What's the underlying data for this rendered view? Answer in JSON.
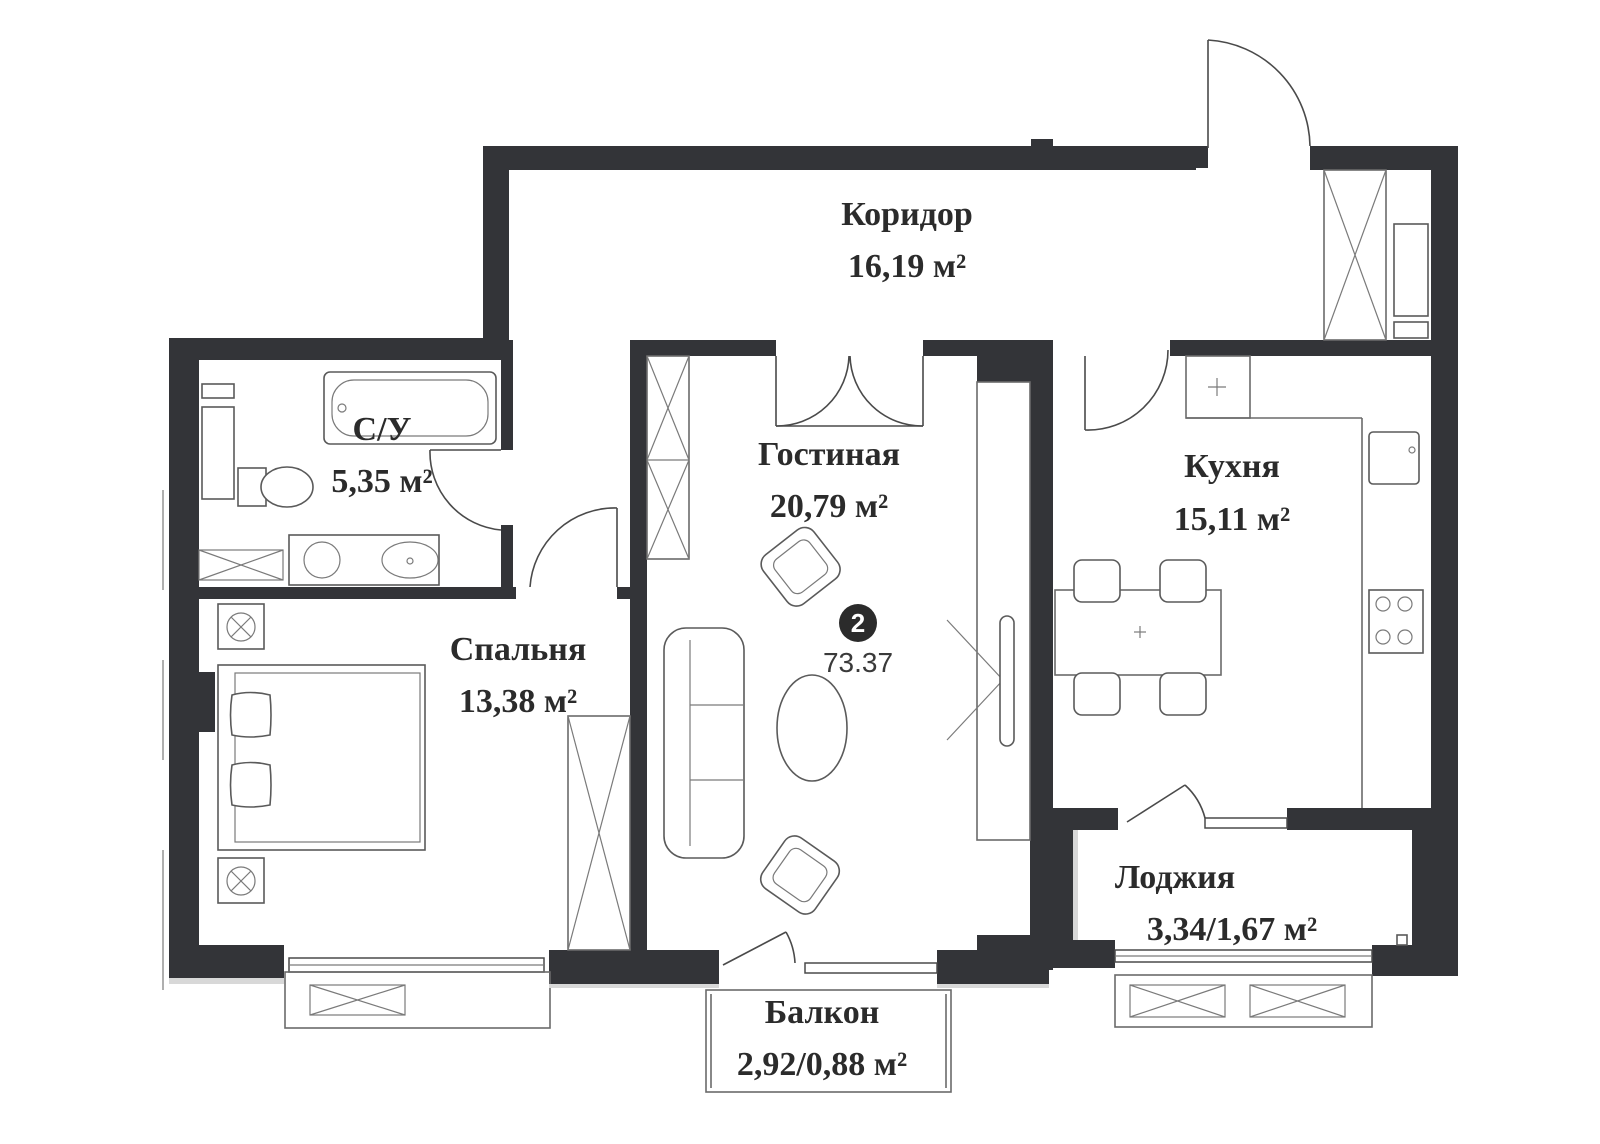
{
  "apartment": {
    "rooms_count": "2",
    "total_area": "73.37"
  },
  "rooms": {
    "corridor": {
      "name": "Коридор",
      "area": "16,19 м²"
    },
    "bathroom": {
      "name": "С/У",
      "area": "5,35 м²"
    },
    "living": {
      "name": "Гостиная",
      "area": "20,79 м²"
    },
    "kitchen": {
      "name": "Кухня",
      "area": "15,11 м²"
    },
    "bedroom": {
      "name": "Спальня",
      "area": "13,38 м²"
    },
    "loggia": {
      "name": "Лоджия",
      "area": "3,34/1,67 м²"
    },
    "balcony": {
      "name": "Балкон",
      "area": "2,92/0,88 м²"
    }
  },
  "colors": {
    "wall": "#333438",
    "line": "#5a5a5a",
    "background": "#ffffff"
  }
}
